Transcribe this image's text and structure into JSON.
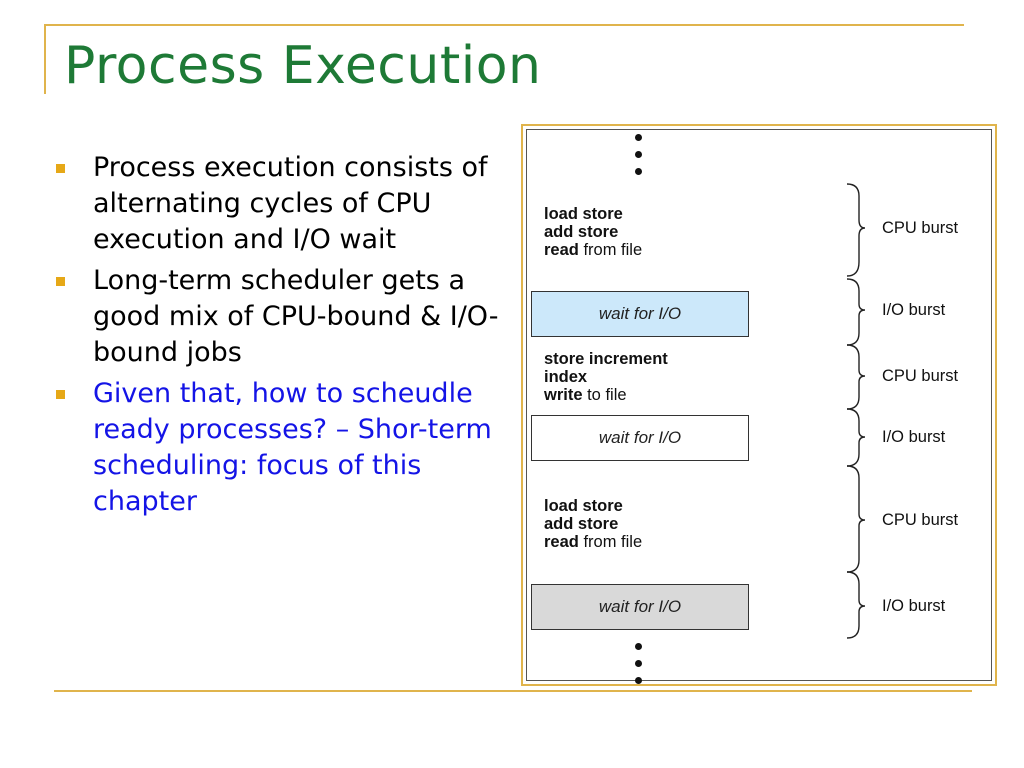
{
  "title": "Process Execution",
  "bullets": [
    {
      "text": "Process execution consists of alternating cycles of CPU execution and I/O wait",
      "color": "#000000"
    },
    {
      "text": "Long-term scheduler gets a good mix of CPU-bound & I/O-bound jobs",
      "color": "#000000"
    },
    {
      "text": "Given that, how to scheudle ready processes? – Shor-term scheduling: focus of this chapter",
      "color": "#1414e6"
    }
  ],
  "diagram": {
    "blocks": [
      {
        "type": "cpu",
        "lines": [
          {
            "bold": "load store",
            "rest": ""
          },
          {
            "bold": "add store",
            "rest": ""
          },
          {
            "bold": "read",
            "rest": " from file"
          }
        ],
        "label": "CPU burst"
      },
      {
        "type": "io",
        "text": "wait for I/O",
        "fill": "#cce8fa",
        "label": "I/O burst"
      },
      {
        "type": "cpu",
        "lines": [
          {
            "bold": "store increment",
            "rest": ""
          },
          {
            "bold": "index",
            "rest": ""
          },
          {
            "bold": "write",
            "rest": " to file"
          }
        ],
        "label": "CPU burst"
      },
      {
        "type": "io",
        "text": "wait for I/O",
        "fill": "#ffffff",
        "label": "I/O burst"
      },
      {
        "type": "cpu",
        "lines": [
          {
            "bold": "load store",
            "rest": ""
          },
          {
            "bold": "add store",
            "rest": ""
          },
          {
            "bold": "read",
            "rest": " from file"
          }
        ],
        "label": "CPU burst"
      },
      {
        "type": "io",
        "text": "wait for I/O",
        "fill": "#d9d9d9",
        "label": "I/O burst"
      }
    ]
  },
  "colors": {
    "title": "#1e7a36",
    "accent": "#e0b44c",
    "bullet_marker": "#e6a817"
  }
}
